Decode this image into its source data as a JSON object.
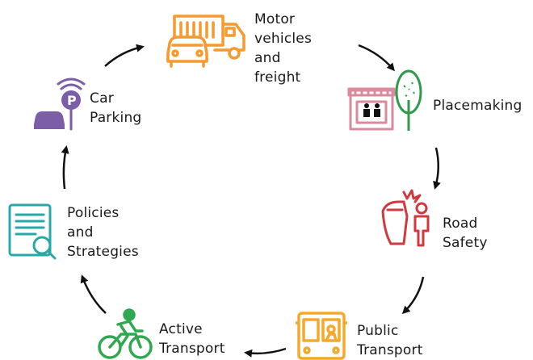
{
  "nodes": [
    {
      "id": "motor",
      "label": "Motor\nvehicles\nand freight",
      "color": "#f59a2f",
      "icon": "truck-and-car-icon"
    },
    {
      "id": "placemaking",
      "label": "Placemaking",
      "color": "#d98a9c",
      "icon": "shopfront-and-tree-icon"
    },
    {
      "id": "road_safety",
      "label": "Road Safety",
      "color": "#d0393f",
      "icon": "pedestrian-collision-icon"
    },
    {
      "id": "public_transport",
      "label": "Public\nTransport",
      "color": "#f5a92a",
      "icon": "bus-icon"
    },
    {
      "id": "active_transport",
      "label": "Active\nTransport",
      "color": "#2fa84f",
      "icon": "cyclist-icon"
    },
    {
      "id": "policies",
      "label": "Policies\nand\nStrategies",
      "color": "#2aa8a8",
      "icon": "document-search-icon"
    },
    {
      "id": "car_parking",
      "label": "Car\nParking",
      "color": "#7b5ea7",
      "icon": "parking-car-icon"
    }
  ],
  "colors": {
    "tree_green": "#2f9a4a",
    "arrow": "#111111"
  }
}
